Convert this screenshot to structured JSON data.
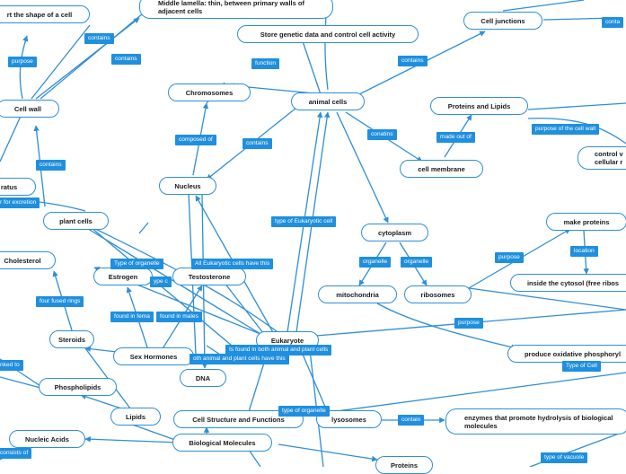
{
  "nodes": {
    "shape": "rt the shape of a cell",
    "lamella": "Middle lamella: thin, between primary walls of adjacent cells",
    "store": "Store genetic data and control cell activity",
    "junctions": "Cell junctions",
    "chromosomes": "Chromosomes",
    "animal": "animal cells",
    "proteins_lipids": "Proteins and Lipids",
    "cellwall": "Cell wall",
    "membrane": "cell membrane",
    "controlv": "control v cellular r",
    "ratus": "ratus",
    "nucleus": "Nucleus",
    "plant": "plant cells",
    "cytoplasm": "cytoplasm",
    "make_proteins": "make proteins",
    "cholesterol": "Cholesterol",
    "estrogen": "Estrogen",
    "testosterone": "Testosterone",
    "mitochondria": "mitochondria",
    "ribosomes": "ribosomes",
    "cytosol": "inside the cytosol (free ribos",
    "steroids": "Steroids",
    "eukaryote": "Eukaryote",
    "sex_hormones": "Sex Hormones",
    "produce": "produce oxidative phosphoryl",
    "dna": "DNA",
    "phospholipids": "Phospholipids",
    "lipids": "Lipids",
    "csf": "Cell Structure and Functions",
    "lysosomes": "lysosomes",
    "enzymes": "enzymes that promote hydrolysis of biological molecules",
    "nucleic": "Nucleic Acids",
    "biomol": "Biological Molecules",
    "proteins": "Proteins"
  },
  "labels": {
    "contains_a": "contains",
    "purpose_a": "purpose",
    "contains_b": "contains",
    "function": "function",
    "contains_c": "contains",
    "contains_d": "contains",
    "composed_of": "composed of",
    "conatins": "conatins",
    "made_out_of": "made out of",
    "purpose_wall": "purpose of the cell wall",
    "contains_e": "contains",
    "for_excretion": "r for excretion",
    "type_eukaryotic": "type of Eukaryotic cell",
    "organelle_a": "organelle",
    "organelle_b": "organelle",
    "purpose_b": "purpose",
    "location": "location",
    "type_organelle_a": "Type of organelle",
    "all_eukaryotic": "All Eukaryotic cells have this",
    "type_of_frag": "ype c",
    "four_fused": "four fused rings",
    "found_females": "found in fema",
    "found_males": "found in males",
    "purpose_c": "purpose",
    "found_both_a": "Is found in both animal and plant cells",
    "found_both_b": "oth animal and plant cells have this",
    "type_of_cell": "Type of Cell",
    "linked_to": "nked to",
    "type_organelle_b": "type of organelle",
    "contain": "contain",
    "consists_of": "consists of",
    "type_vacuole": "type of vacuole",
    "contains_top": "conta"
  },
  "colors": {
    "line": "#2f8ed6",
    "label_bg": "#1f8fde",
    "node_border": "#2f8ed6"
  }
}
